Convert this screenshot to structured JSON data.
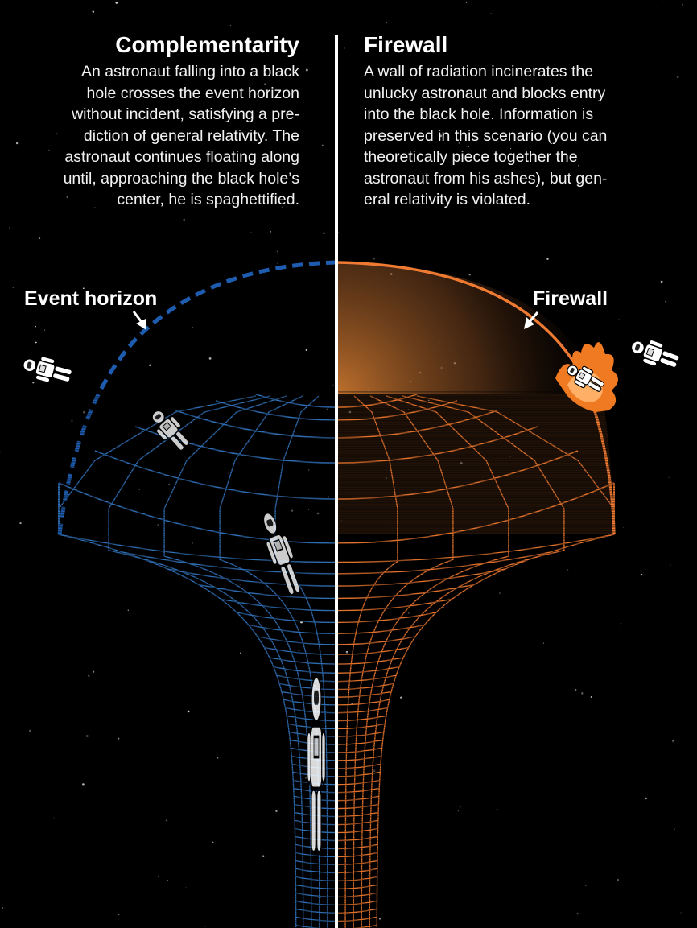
{
  "complementarity": {
    "title": "Complementarity",
    "lines": [
      "An astronaut falling into a black",
      "hole crosses the event horizon",
      "without incident, satisfying a pre-",
      "diction of general relativity.  The",
      "astronaut continues floating along",
      "until, approaching the black hole’s",
      "center, he is spaghettified."
    ]
  },
  "firewall": {
    "title": "Firewall",
    "lines": [
      "A wall of radiation incinerates the",
      "unlucky astronaut and blocks entry",
      "into the black hole. Information is",
      "preserved in this scenario (you can",
      "theoretically piece together the",
      "astronaut from his ashes), but gen-",
      "eral relativity is violated."
    ]
  },
  "labels": {
    "event_horizon": "Event horizon",
    "firewall": "Firewall"
  },
  "colors": {
    "background": "#000000",
    "complementarity_grid": "#2f6db3",
    "event_horizon_line": "#1e5cb0",
    "firewall_grid": "#e0712c",
    "firewall_glow": "#c9762f",
    "divider": "#ffffff",
    "astronaut": "#ffffff",
    "flames": "#f07a22"
  }
}
